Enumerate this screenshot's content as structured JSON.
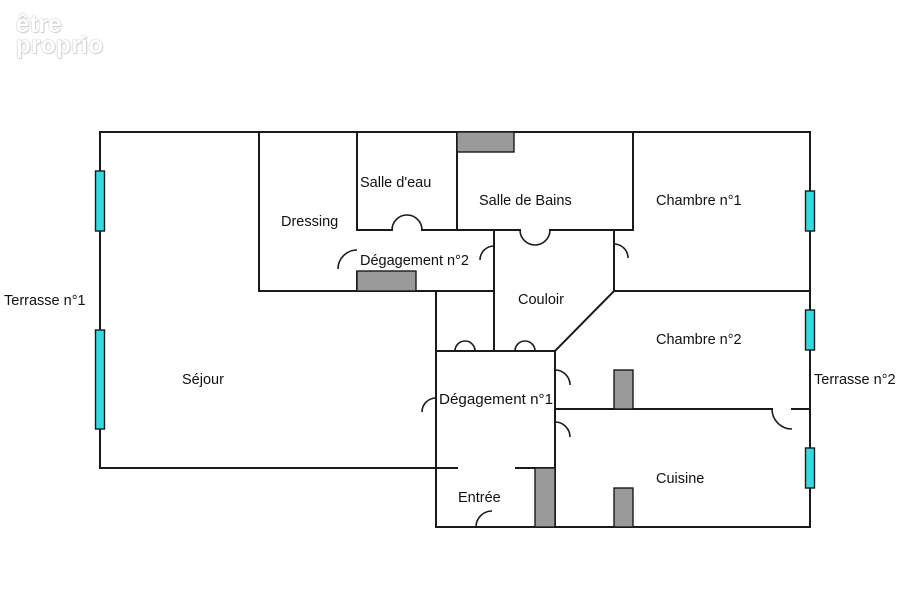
{
  "logo": {
    "line1": "être",
    "line2": "proprio"
  },
  "rooms": {
    "terrasse1": "Terrasse n°1",
    "sejour": "Séjour",
    "dressing": "Dressing",
    "salle_eau": "Salle d'eau",
    "salle_bains": "Salle de Bains",
    "chambre1": "Chambre n°1",
    "degagement2": "Dégagement n°2",
    "couloir": "Couloir",
    "chambre2": "Chambre n°2",
    "terrasse2": "Terrasse n°2",
    "degagement1": "Dégagement n°1",
    "cuisine": "Cuisine",
    "entree": "Entrée"
  },
  "colors": {
    "window": "#35d9e0",
    "duct": "#9a9a9a",
    "wall": "#1a1a1a"
  }
}
